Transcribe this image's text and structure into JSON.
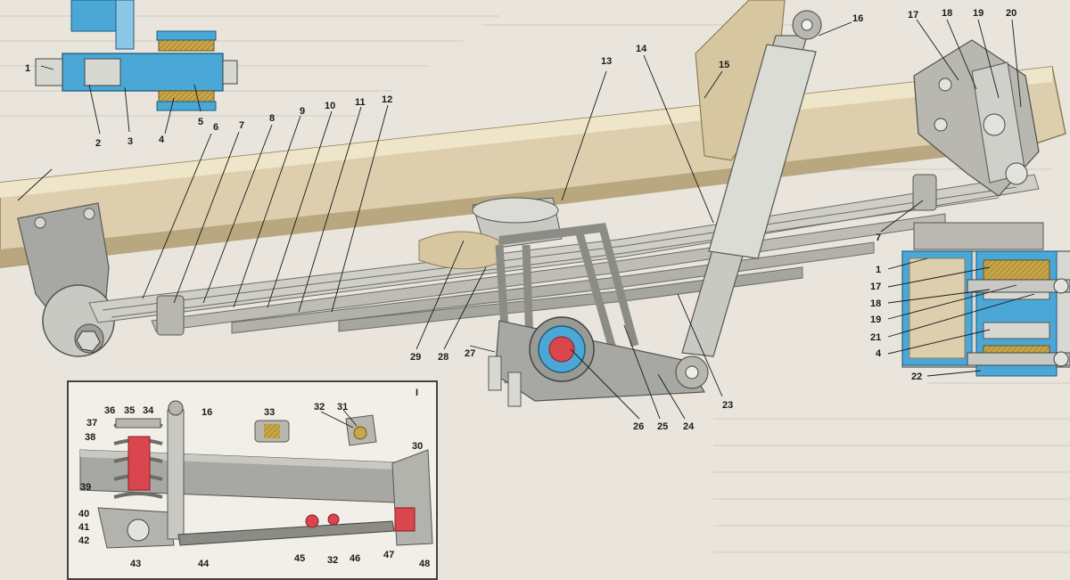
{
  "figure": {
    "main_labels": [
      "1",
      "2",
      "3",
      "4",
      "5",
      "6",
      "7",
      "8",
      "9",
      "10",
      "11",
      "12",
      "13",
      "14",
      "15",
      "16",
      "17",
      "18",
      "19",
      "20",
      "23",
      "24",
      "25",
      "26",
      "27",
      "28",
      "29"
    ],
    "section_view_labels": [
      "7",
      "1",
      "17",
      "18",
      "19",
      "21",
      "4",
      "22"
    ],
    "inset_labels": [
      "I",
      "16",
      "30",
      "31",
      "32",
      "33",
      "34",
      "35",
      "36",
      "37",
      "38",
      "39",
      "40",
      "41",
      "42",
      "43",
      "44",
      "45",
      "46",
      "47",
      "48"
    ]
  },
  "colors": {
    "paper": "#e9e5dd",
    "frame": "#ddcfae",
    "frame_shadow": "#b9a77f",
    "spring": "#cfcfc7",
    "spring_dark": "#8c8c86",
    "steel_grey": "#a7a8a3",
    "shock": "#c9c9c3",
    "blue_part": "#4aa7d6",
    "rubber": "#c9a64a",
    "red_part": "#d9464e",
    "line": "#1a1a1a"
  }
}
